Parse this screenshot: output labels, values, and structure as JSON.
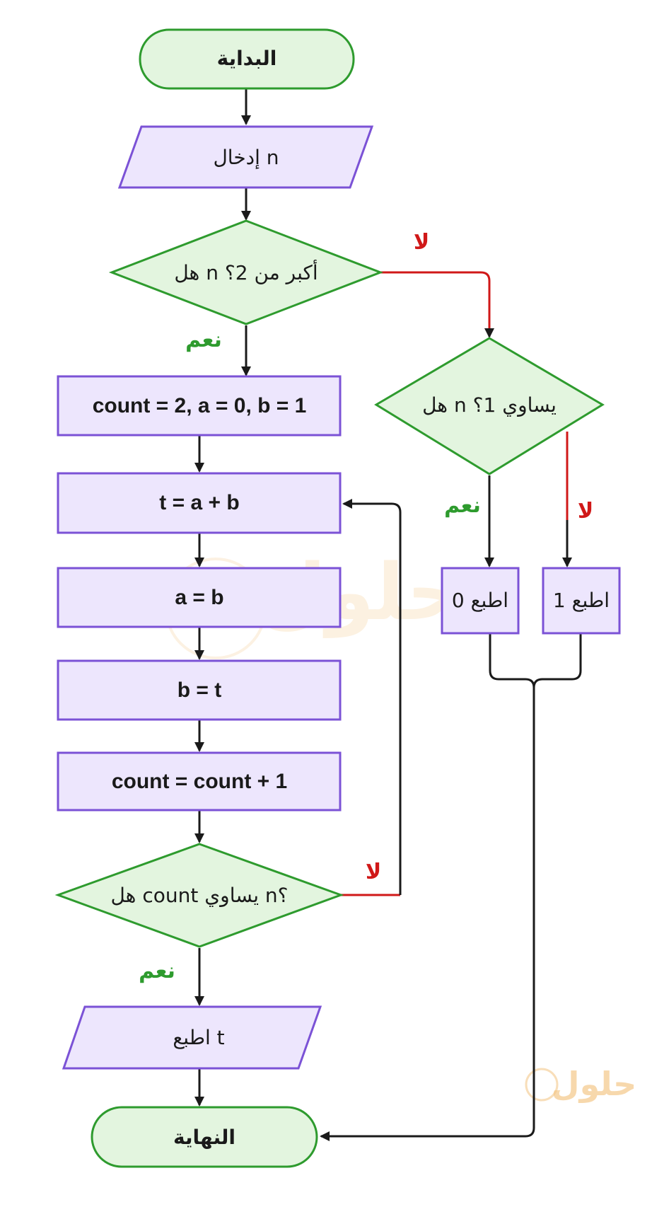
{
  "nodes": {
    "start": "البداية",
    "input_n": "إدخال n",
    "decision_n_gt_2": "هل n أكبر من 2؟",
    "decision_n_eq_1": "هل n يساوي 1؟",
    "init": "count = 2, a = 0, b = 1",
    "calc_t": "t = a + b",
    "assign_a": "a = b",
    "assign_b": "b = t",
    "increment": "count = count + 1",
    "decision_count_eq_n": "هل count يساوي n؟",
    "print_t": "اطبع t",
    "print_0": "اطبع 0",
    "print_1": "اطبع 1",
    "end": "النهاية"
  },
  "branch_labels": {
    "yes": "نعم",
    "no": "لا"
  },
  "watermark": "حلول",
  "colors": {
    "terminal_fill": "#e3f5df",
    "terminal_stroke": "#2e9b2e",
    "process_fill": "#ede6fd",
    "process_stroke": "#7b52d6",
    "decision_fill": "#e3f5df",
    "decision_stroke": "#2e9b2e",
    "arrow_default": "#1a1a1a",
    "arrow_no": "#d01818",
    "label_yes": "#2e9b2e",
    "label_no": "#d01818"
  }
}
